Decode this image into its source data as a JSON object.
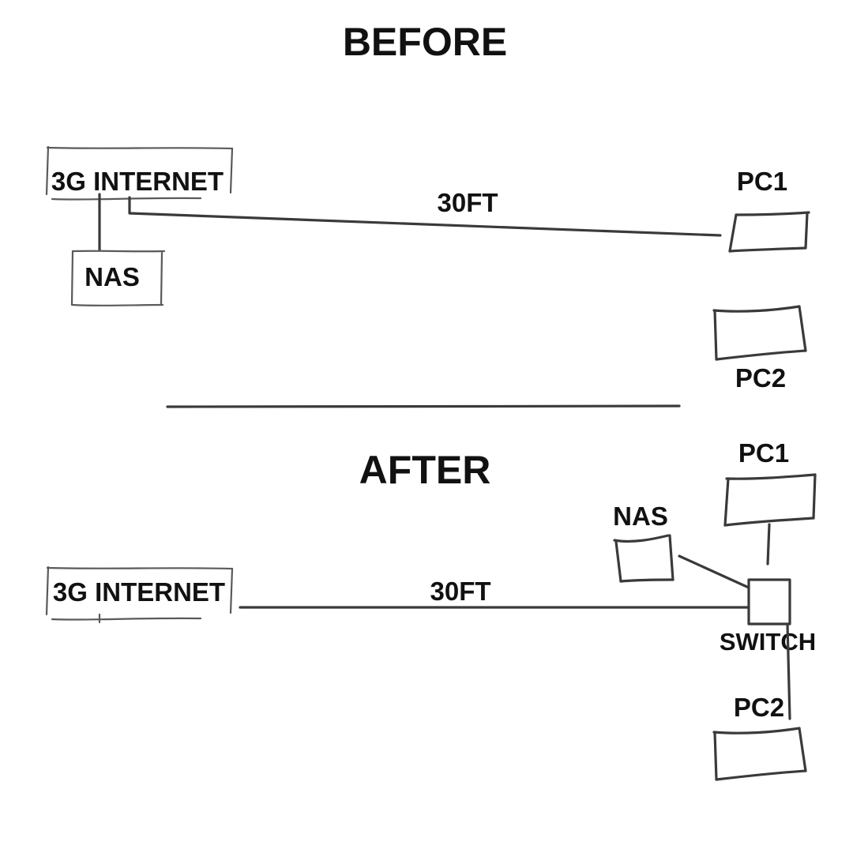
{
  "before": {
    "title": "BEFORE",
    "internet_label": "3G INTERNET",
    "nas_label": "NAS",
    "cable_label": "30FT",
    "pc1_label": "PC1",
    "pc2_label": "PC2"
  },
  "after": {
    "title": "AFTER",
    "internet_label": "3G INTERNET",
    "nas_label": "NAS",
    "cable_label": "30FT",
    "pc1_label": "PC1",
    "pc2_label": "PC2",
    "switch_label": "SWITCH"
  },
  "colors": {
    "ink": "#3a3a3a",
    "background": "#ffffff"
  }
}
